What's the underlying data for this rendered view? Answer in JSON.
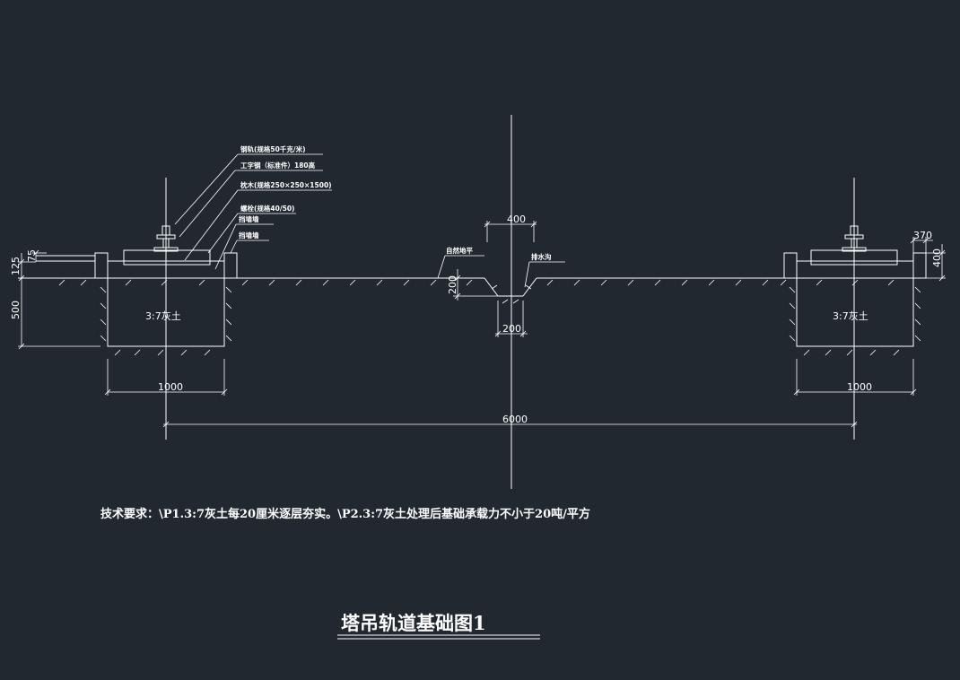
{
  "drawing": {
    "title": "塔吊轨道基础图1",
    "note": "技术要求：\\P1.3:7灰土每20厘米逐层夯实。\\P2.3:7灰土处理后基础承载力不小于20吨/平方",
    "callouts": {
      "rail": "钢轨(规格50千克/米)",
      "ibeam": "工字钢（标准件）180高",
      "sleeper": "枕木(规格250×250×1500)",
      "bolt": "螺栓(规格40/50)",
      "retaining_wall": "挡墙墙",
      "block_wall": "挡墙墙",
      "natural_ground": "自然地平",
      "drain": "排水沟"
    },
    "soil_label_left": "3:7灰土",
    "soil_label_right": "3:7灰土",
    "dims": {
      "ditch_width": "400",
      "ditch_depth": "200",
      "ditch_bottom": "200",
      "left_h125": "125",
      "left_h75": "75",
      "left_depth": "500",
      "left_width": "1000",
      "right_width": "1000",
      "span": "6000",
      "right_wall": "370",
      "right_wall_h": "400"
    }
  },
  "colors": {
    "background": "#212830",
    "lines": "#ffffff"
  }
}
